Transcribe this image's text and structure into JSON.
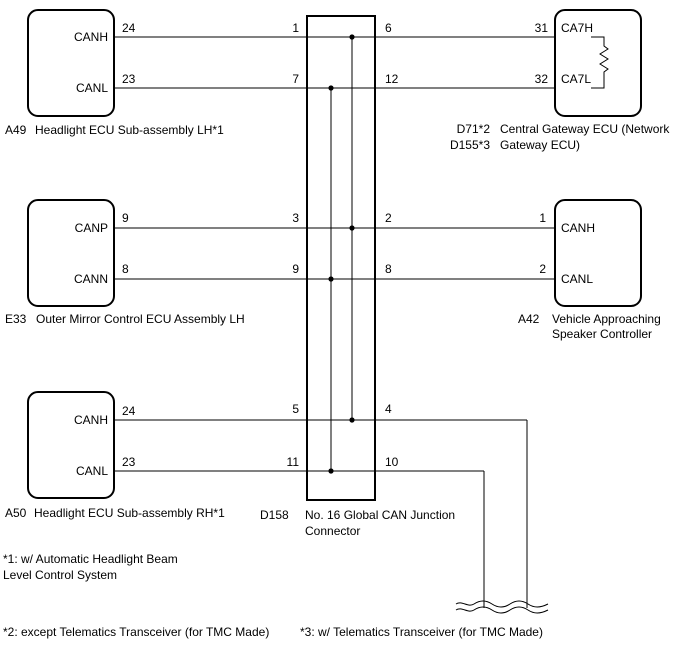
{
  "ecus": {
    "headlight_lh": {
      "pins": {
        "canh": "CANH",
        "canl": "CANL"
      },
      "wire_numbers": {
        "canh": "24",
        "canl": "23"
      },
      "code": "A49",
      "name": "Headlight ECU Sub-assembly LH*1"
    },
    "central_gateway": {
      "pins": {
        "canh": "CA7H",
        "canl": "CA7L"
      },
      "wire_numbers": {
        "canh": "31",
        "canl": "32"
      },
      "codes": [
        "D71*2",
        "D155*3"
      ],
      "name_lines": [
        "Central Gateway ECU (Network",
        "Gateway ECU)"
      ]
    },
    "outer_mirror_lh": {
      "pins": {
        "canh": "CANP",
        "canl": "CANN"
      },
      "wire_numbers": {
        "canh": "9",
        "canl": "8"
      },
      "code": "E33",
      "name": "Outer Mirror Control ECU Assembly LH"
    },
    "vehicle_approaching": {
      "pins": {
        "canh": "CANH",
        "canl": "CANL"
      },
      "wire_numbers": {
        "canh": "1",
        "canl": "2"
      },
      "code": "A42",
      "name_lines": [
        "Vehicle Approaching",
        "Speaker Controller"
      ]
    },
    "headlight_rh": {
      "pins": {
        "canh": "CANH",
        "canl": "CANL"
      },
      "wire_numbers": {
        "canh": "24",
        "canl": "23"
      },
      "code": "A50",
      "name": "Headlight ECU Sub-assembly RH*1"
    }
  },
  "junction": {
    "code": "D158",
    "name_lines": [
      "No. 16 Global CAN Junction",
      "Connector"
    ],
    "left_pins": [
      "1",
      "7",
      "3",
      "9",
      "5",
      "11"
    ],
    "right_pins": [
      "6",
      "12",
      "2",
      "8",
      "4",
      "10"
    ]
  },
  "notes": {
    "note1_lines": [
      "*1: w/ Automatic Headlight Beam",
      "Level Control System"
    ],
    "note2": "*2: except Telematics Transceiver (for TMC Made)",
    "note3": "*3: w/ Telematics Transceiver (for TMC Made)"
  }
}
